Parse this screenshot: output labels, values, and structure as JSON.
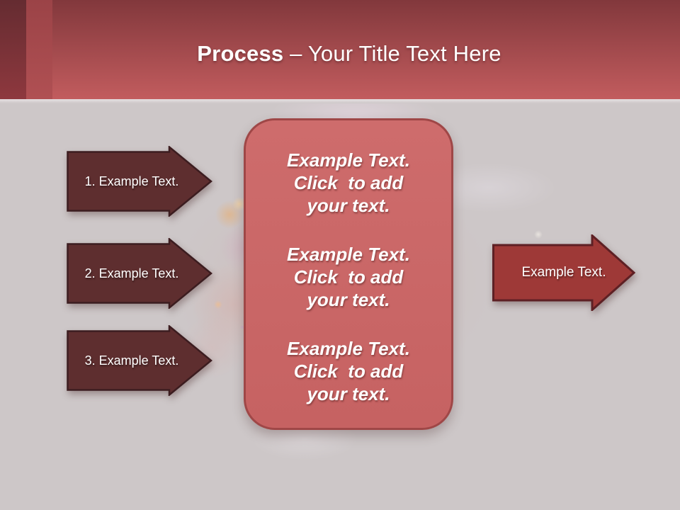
{
  "title": {
    "bold": "Process",
    "rest": "– Your Title Text Here"
  },
  "left_arrows": [
    {
      "label": "1. Example Text."
    },
    {
      "label": "2. Example Text."
    },
    {
      "label": "3. Example Text."
    }
  ],
  "right_arrow": {
    "label": "Example Text."
  },
  "center_box": {
    "paragraphs": [
      {
        "lines": [
          "Example Text.",
          "Click  to add",
          "your text."
        ]
      },
      {
        "lines": [
          "Example Text.",
          "Click  to add",
          "your text."
        ]
      },
      {
        "lines": [
          "Example Text.",
          "Click  to add",
          "your text."
        ]
      }
    ]
  },
  "colors": {
    "header_top": "#82383c",
    "header_bottom": "#c25c5e",
    "stripe1_top": "#652c31",
    "stripe1_bottom": "#8e383e",
    "stripe2_top": "#9b4347",
    "stripe2_bottom": "#b05053",
    "body_bg": "#cdc7c8",
    "dark_arrow_fill": "#5e2e2f",
    "dark_arrow_border": "#3c1d20",
    "red_arrow_fill": "#9e3937",
    "red_arrow_border": "#5e2024",
    "box_fill": "#c96868",
    "box_border": "#9f4747",
    "text_white": "#ffffff"
  }
}
